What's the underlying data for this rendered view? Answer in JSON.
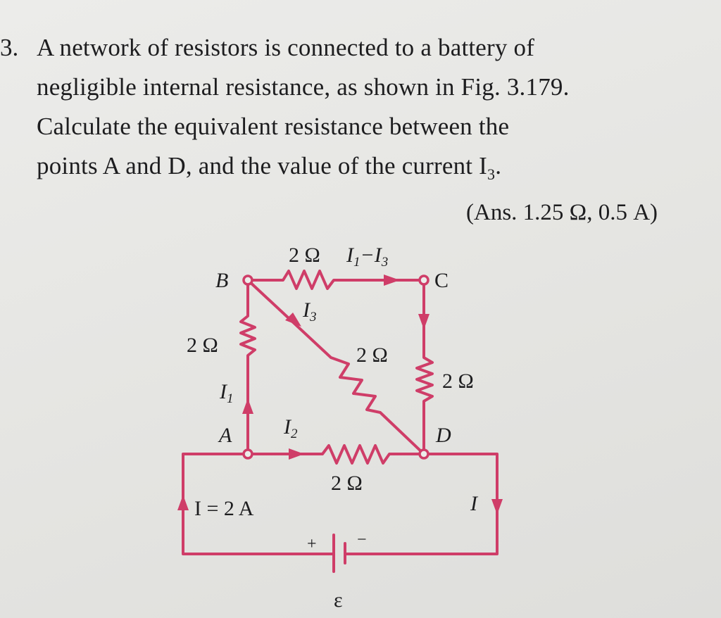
{
  "question": {
    "number": "3.",
    "lines": [
      "A network of resistors is connected to a battery of",
      "negligible internal resistance, as shown in Fig. 3.179.",
      "Calculate the equivalent resistance between the",
      "points A and D, and the value of the current I"
    ],
    "line4_subscript": "3",
    "line4_end": ".",
    "answer": "(Ans. 1.25 Ω, 0.5 A)"
  },
  "circuit": {
    "nodes": {
      "A": "A",
      "B": "B",
      "C": "C",
      "D": "D"
    },
    "resistors": {
      "AB": "2 Ω",
      "BC": "2 Ω",
      "BD": "2 Ω",
      "CD": "2 Ω",
      "AD": "2 Ω"
    },
    "currents": {
      "I1": {
        "main": "I",
        "sub": "1"
      },
      "I2": {
        "main": "I",
        "sub": "2"
      },
      "I3": {
        "main": "I",
        "sub": "3"
      },
      "I1_minus_I3": {
        "a": "I",
        "a_sub": "1",
        "minus": "−",
        "b": "I",
        "b_sub": "3"
      },
      "I_total": "I = 2 A",
      "I_return": "I"
    },
    "battery": {
      "plus": "+",
      "minus": "−",
      "emf": "ε"
    },
    "colors": {
      "wire": "#cf3d68",
      "text": "#1d1d1f"
    }
  }
}
